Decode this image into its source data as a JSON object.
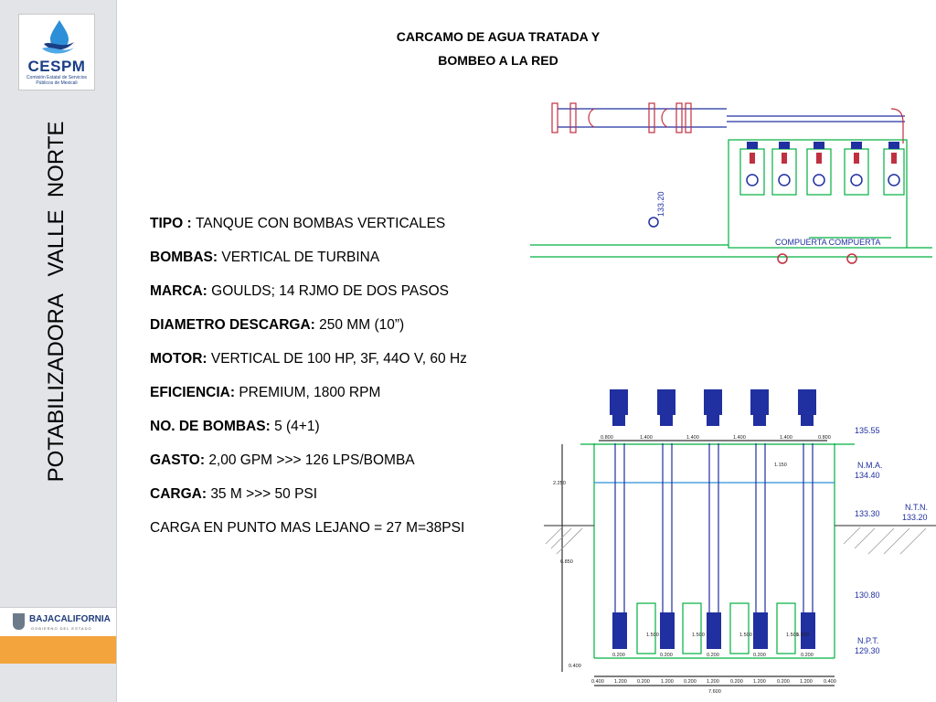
{
  "sidebar": {
    "logo_name": "CESPM",
    "logo_subtitle": "Comisión Estatal de Servicios Públicos de Mexicali",
    "vertical_title": "POTABILIZADORA   VALLE  NORTE",
    "bc_logo_text": "BAJACALIFORNIA",
    "bc_logo_sub": "GOBIERNO DEL ESTADO"
  },
  "title": {
    "line1": "CARCAMO DE AGUA TRATADA Y",
    "line2": "BOMBEO A LA RED"
  },
  "specs": [
    {
      "label": "TIPO : ",
      "value": "TANQUE CON BOMBAS VERTICALES"
    },
    {
      "label": "BOMBAS: ",
      "value": "VERTICAL DE TURBINA"
    },
    {
      "label": "MARCA: ",
      "value": "GOULDS; 14 RJMO DE DOS PASOS"
    },
    {
      "label": "DIAMETRO DESCARGA: ",
      "value": "250 MM (10”)"
    },
    {
      "label": "MOTOR: ",
      "value": "VERTICAL DE 100 HP, 3F, 44O V, 60 Hz"
    },
    {
      "label": "EFICIENCIA: ",
      "value": "PREMIUM, 1800 RPM"
    },
    {
      "label": "NO. DE  BOMBAS: ",
      "value": "5 (4+1)"
    },
    {
      "label": "GASTO: ",
      "value": "2,00 GPM >>> 126 LPS/BOMBA"
    },
    {
      "label": "CARGA: ",
      "value": "35 M >>> 50 PSI"
    },
    {
      "label": "",
      "value": "CARGA EN PUNTO MAS LEJANO = 27 M=38PSI"
    }
  ],
  "drawing_plan": {
    "elevation_label": "133.20",
    "gate_label": "COMPUERTA  COMPUERTA"
  },
  "drawing_section": {
    "top_dims": [
      "0.800",
      "1.400",
      "1.400",
      "1.400",
      "1.400",
      "0.800"
    ],
    "levels": [
      "135.55",
      "N.M.A.",
      "134.40",
      "133.30",
      "N.T.N.",
      "133.20",
      "130.80",
      "N.P.T.",
      "129.30"
    ],
    "left_dims": [
      "2.250",
      "6.850",
      "0.400"
    ],
    "inner_dims": [
      "1.150"
    ],
    "bottom_small": [
      "1.500",
      "1.500",
      "1.500",
      "1.500",
      "1.500"
    ],
    "bottom_base": [
      "0.200",
      "0.200",
      "0.200",
      "0.200",
      "0.200"
    ],
    "bottom_dims": [
      "0.400",
      "1.200",
      "0.200",
      "1.200",
      "0.200",
      "1.200",
      "0.200",
      "1.200",
      "0.200",
      "1.200",
      "0.400"
    ],
    "total_width": "7.600"
  },
  "colors": {
    "accent_orange": "#f3a43c",
    "sidebar_bg": "#e3e4e8",
    "brand_blue": "#1a3e86",
    "cad_green": "#00b040",
    "cad_blue": "#2030a0"
  }
}
